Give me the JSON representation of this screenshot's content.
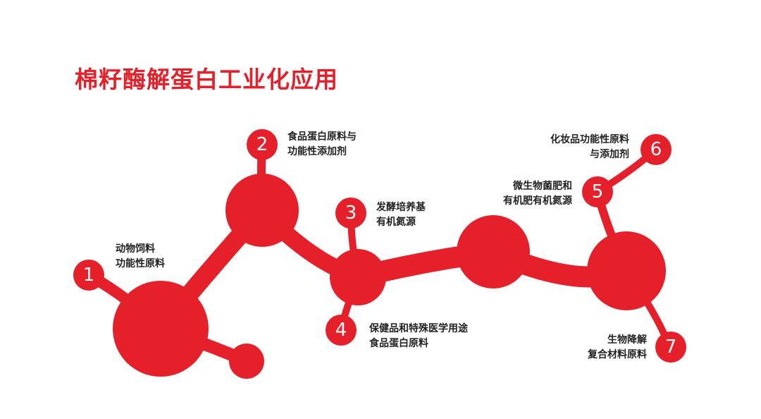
{
  "title": "棉籽酶解蛋白工业化应用",
  "accent_color": "#e5202a",
  "nodes": [
    {
      "number": "1",
      "lines": [
        "动物饲料",
        "功能性原料"
      ]
    },
    {
      "number": "2",
      "lines": [
        "食品蛋白原料与",
        "功能性添加剂"
      ]
    },
    {
      "number": "3",
      "lines": [
        "发酵培养基",
        "有机氮源"
      ]
    },
    {
      "number": "4",
      "lines": [
        "保健品和特殊医学用途",
        "食品蛋白原料"
      ]
    },
    {
      "number": "5",
      "lines": [
        "微生物菌肥和",
        "有机肥有机氮源"
      ]
    },
    {
      "number": "6",
      "lines": [
        "化妆品功能性原料",
        "与添加剂"
      ]
    },
    {
      "number": "7",
      "lines": [
        "生物降解",
        "复合材料原料"
      ]
    }
  ]
}
